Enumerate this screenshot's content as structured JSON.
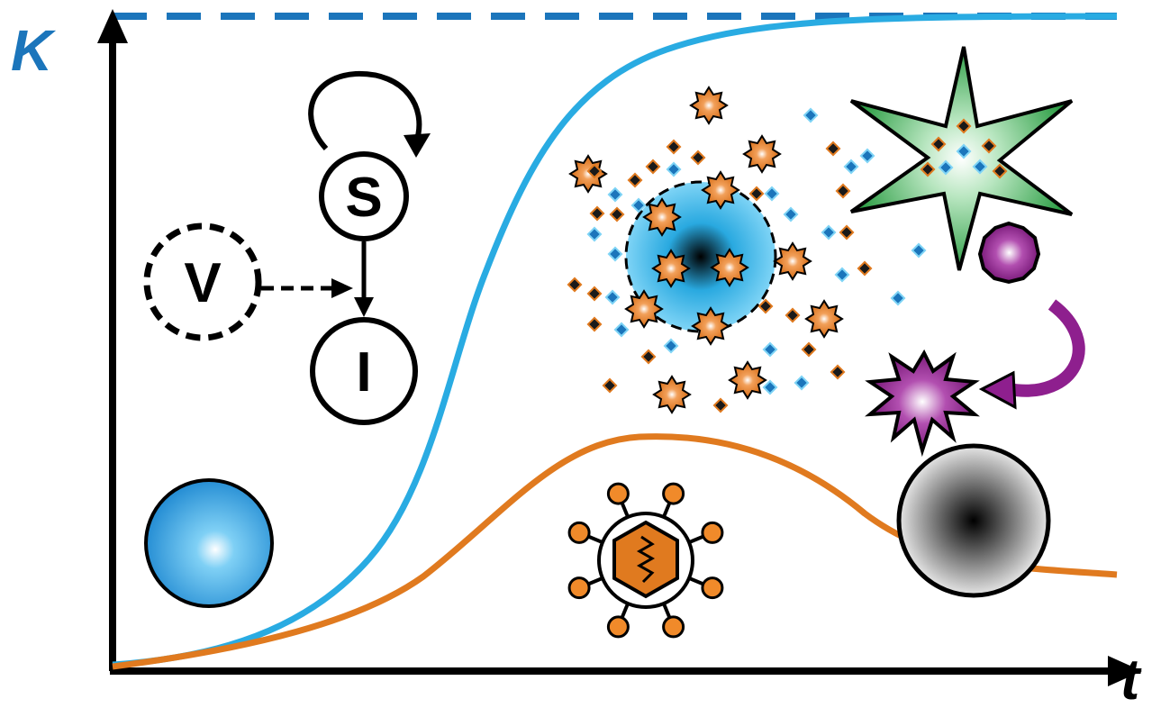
{
  "axes": {
    "y_label": "K",
    "x_label": "t"
  },
  "nodes": {
    "susceptible": "S",
    "infected": "I",
    "virus": "V"
  },
  "colors": {
    "axis": "#000000",
    "capacity_line": "#1b75bb",
    "cell_curve": "#29abe2",
    "virus_curve": "#e07a1f",
    "virus_particle": "#e07a1f",
    "healthy_cell": "#1b9ad6",
    "dead_cell": "#808080",
    "star": "#39b54a",
    "purple_cell": "#8e1f8e"
  },
  "icons": [
    "healthy-cell-icon",
    "virus-particle-icon",
    "infected-cell-burst-icon",
    "lysis-star-icon",
    "purple-cell-icon",
    "purple-burst-icon",
    "dead-cell-icon",
    "self-loop-arrow-icon"
  ]
}
